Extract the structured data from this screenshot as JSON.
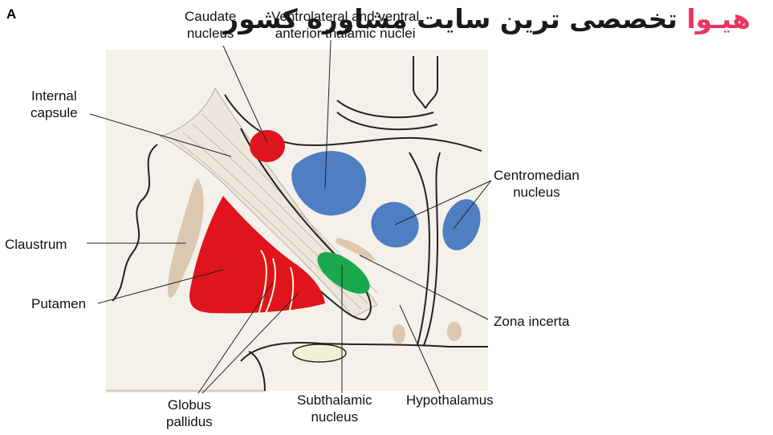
{
  "panel_label": "A",
  "watermark": {
    "brand": "هیـوا",
    "text": "تخصصی ترین سایت مشاوره کشور",
    "brand_color": "#e8365f"
  },
  "labels": {
    "caudate": "Caudate\nnucleus",
    "vl_va": "Ventrolateral and ventral\nanterior thalamic nuclei",
    "internal_capsule": "Internal\ncapsule",
    "centromedian": "Centromedian\nnucleus",
    "claustrum": "Claustrum",
    "putamen": "Putamen",
    "zona_incerta": "Zona incerta",
    "globus_pallidus": "Globus\npallidus",
    "subthalamic": "Subthalamic\nnucleus",
    "hypothalamus": "Hypothalamus"
  },
  "colors": {
    "background_tissue": "#f4f1ea",
    "red": "#e0141c",
    "blue": "#4f7fc2",
    "green": "#1aa84c",
    "tan": "#dcc8b0",
    "cream": "#f3f0d8",
    "line": "#222222"
  }
}
